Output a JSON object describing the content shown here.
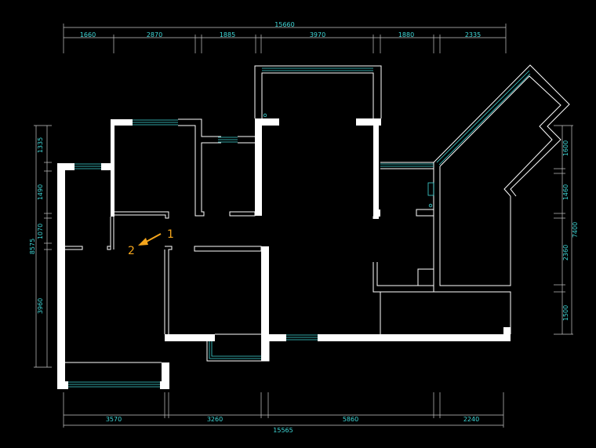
{
  "top_dimensions": {
    "total": "15660",
    "segments": [
      "1660",
      "2870",
      "1885",
      "3970",
      "1880",
      "2335"
    ]
  },
  "bottom_dimensions": {
    "total": "15565",
    "segments": [
      "3570",
      "3260",
      "5860",
      "2240"
    ]
  },
  "left_dimensions": {
    "total": "8575",
    "segments": [
      "1335",
      "1490",
      "1070",
      "3960"
    ]
  },
  "right_dimensions": {
    "total": "7400",
    "segments": [
      "1600",
      "1460",
      "2360",
      "1500"
    ]
  },
  "annotations": {
    "label_1": "1",
    "label_2": "2"
  },
  "colors": {
    "background": "#000000",
    "wall": "#ffffff",
    "dimension_text": "#3fd8d8",
    "window": "#3fd8d8",
    "annotation": "#f4a51c"
  }
}
